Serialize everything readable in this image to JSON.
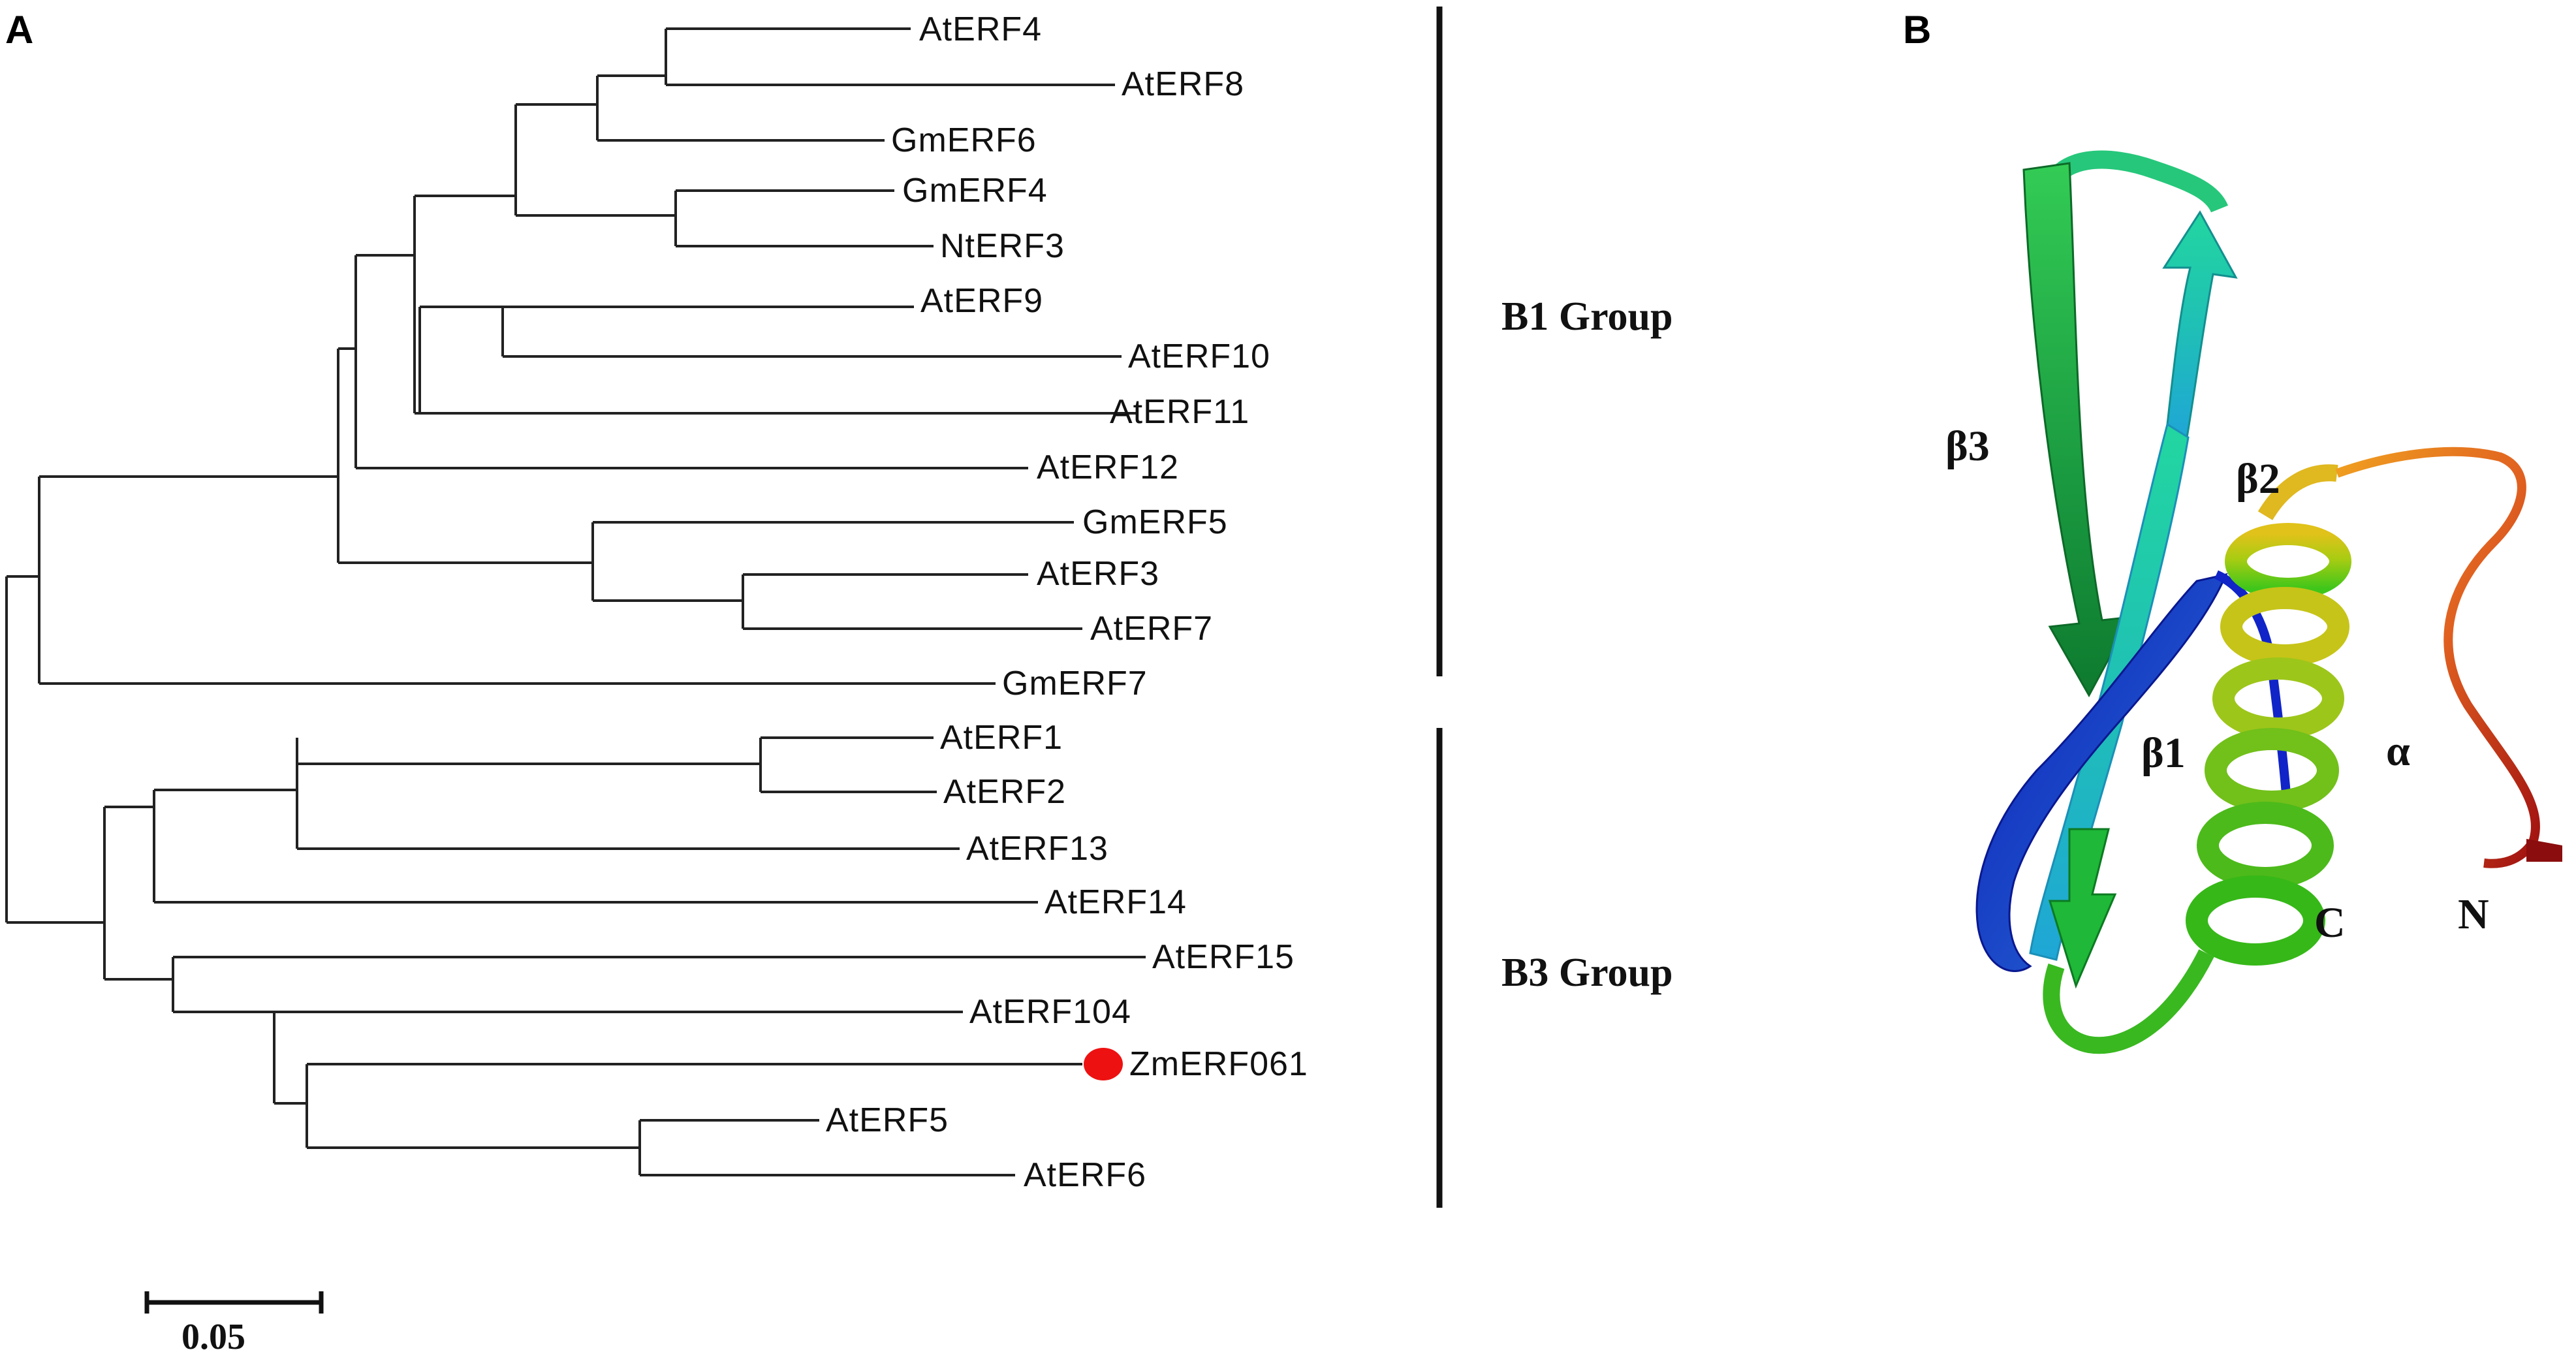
{
  "panels": {
    "a": "A",
    "b": "B"
  },
  "tree": {
    "taxa": [
      "AtERF4",
      "AtERF8",
      "GmERF6",
      "GmERF4",
      "NtERF3",
      "AtERF9",
      "AtERF10",
      "AtERF11",
      "AtERF12",
      "GmERF5",
      "AtERF3",
      "AtERF7",
      "GmERF7",
      "AtERF1",
      "AtERF2",
      "AtERF13",
      "AtERF14",
      "AtERF15",
      "AtERF104",
      "ZmERF061",
      "AtERF5",
      "AtERF6"
    ],
    "highlight": "ZmERF061",
    "highlight_color": "#ee1111",
    "groups": [
      "B1 Group",
      "B3 Group"
    ],
    "scale_bar": "0.05"
  },
  "structure": {
    "labels": [
      "β3",
      "β2",
      "β1",
      "α",
      "C",
      "N"
    ]
  }
}
